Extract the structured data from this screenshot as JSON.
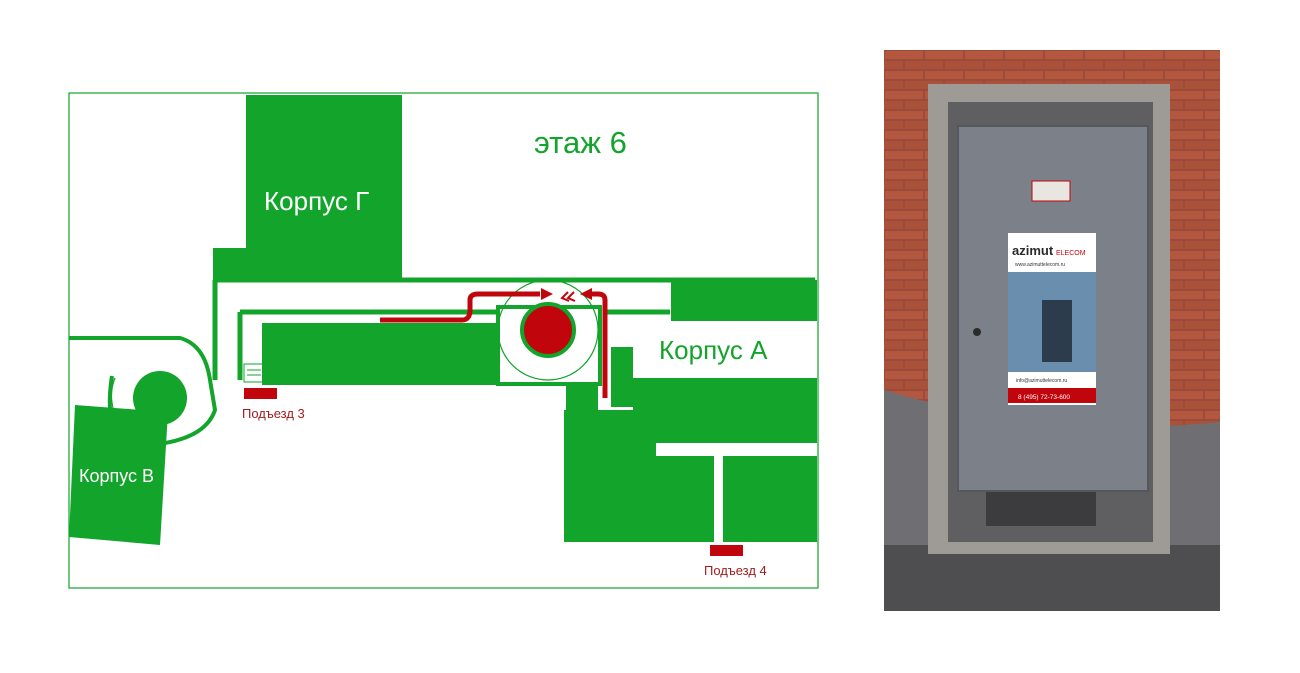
{
  "map": {
    "floor_label": "этаж 6",
    "buildings": {
      "g": "Корпус Г",
      "a": "Корпус А",
      "v": "Корпус В"
    },
    "entrances": {
      "e3": "Подъезд 3",
      "e4": "Подъезд 4"
    },
    "colors": {
      "building": "#12a42b",
      "route": "#c0060c",
      "entrance": "#c0060c",
      "outline": "#12a42b"
    }
  },
  "photo": {
    "poster": {
      "brand": "azimut",
      "brand_suffix": "ELECOM",
      "url": "www.azimuttelecom.ru",
      "email": "info@azimuttelecom.ru",
      "phone": "8 (495) 72-73-600"
    }
  }
}
